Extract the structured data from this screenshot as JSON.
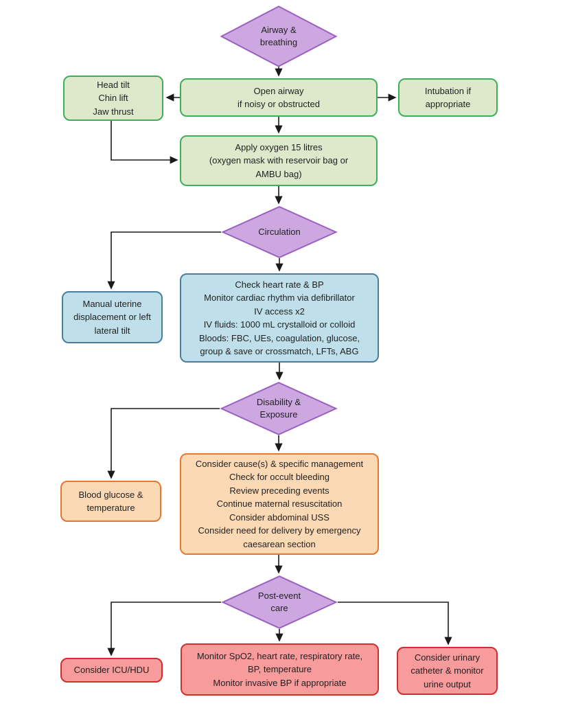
{
  "title": "Maternal collapse ABCDE flowchart",
  "colors": {
    "background": "#FFFFFF",
    "diamond_fill": "#CDA7E0",
    "diamond_border": "#9A5FC0",
    "green_fill": "#DDE9CB",
    "green_border": "#3FAE5A",
    "blue_fill": "#BFE0EA",
    "blue_border": "#4A7E9B",
    "orange_fill": "#FCD9B5",
    "orange_border": "#E8772F",
    "red_fill": "#F89B9C",
    "red_border": "#D02F2F",
    "connector": "#1A1A1A",
    "text": "#1F1F1F"
  },
  "nodes": {
    "airway": {
      "shape": "diamond",
      "label": "Airway &\nbreathing"
    },
    "head_tilt": {
      "shape": "box",
      "label": "Head tilt\nChin lift\nJaw thrust"
    },
    "open_airway": {
      "shape": "box",
      "label": "Open airway\nif noisy or obstructed"
    },
    "intubation": {
      "shape": "box",
      "label": "Intubation if\nappropriate"
    },
    "apply_oxygen": {
      "shape": "box",
      "label": "Apply oxygen 15 litres\n(oxygen mask with reservoir bag or\nAMBU bag)"
    },
    "circulation": {
      "shape": "diamond",
      "label": "Circulation"
    },
    "manual_uterine": {
      "shape": "box",
      "label": "Manual uterine\ndisplacement or left\nlateral tilt"
    },
    "circulation_actions": {
      "shape": "box",
      "label": "Check heart rate & BP\nMonitor cardiac rhythm via defibrillator\nIV access x2\nIV fluids: 1000 mL crystalloid or colloid\nBloods: FBC, UEs, coagulation, glucose,\ngroup & save or crossmatch, LFTs, ABG"
    },
    "disability": {
      "shape": "diamond",
      "label": "Disability &\nExposure"
    },
    "blood_glucose": {
      "shape": "box",
      "label": "Blood glucose &\ntemperature"
    },
    "disability_actions": {
      "shape": "box",
      "label": "Consider cause(s) & specific management\nCheck for occult bleeding\nReview preceding events\nContinue maternal resuscitation\nConsider abdominal USS\nConsider need for delivery by emergency\ncaesarean section"
    },
    "post_event": {
      "shape": "diamond",
      "label": "Post-event\ncare"
    },
    "consider_icu": {
      "shape": "box",
      "label": "Consider ICU/HDU"
    },
    "monitor_obs": {
      "shape": "box",
      "label": "Monitor SpO2, heart rate, respiratory rate,\nBP, temperature\nMonitor invasive BP if appropriate"
    },
    "urinary_catheter": {
      "shape": "box",
      "label": "Consider urinary\ncatheter & monitor\nurine output"
    }
  }
}
